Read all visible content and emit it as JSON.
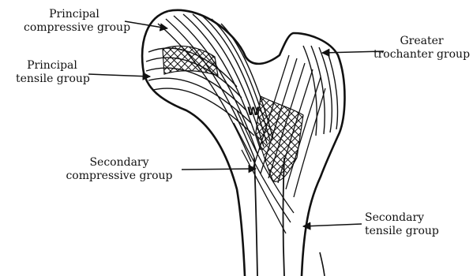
{
  "labels": {
    "principal_compressive": [
      "Principal",
      "compressive group"
    ],
    "principal_tensile": [
      "Principal",
      "tensile group"
    ],
    "greater_trochanter": [
      "Greater",
      "trochanter group"
    ],
    "secondary_compressive": [
      "Secondary",
      "compressive group"
    ],
    "secondary_tensile": [
      "Secondary",
      "tensile group"
    ]
  },
  "marker_w": "W",
  "colors": {
    "ink": "#111111",
    "paper": "#ffffff"
  }
}
